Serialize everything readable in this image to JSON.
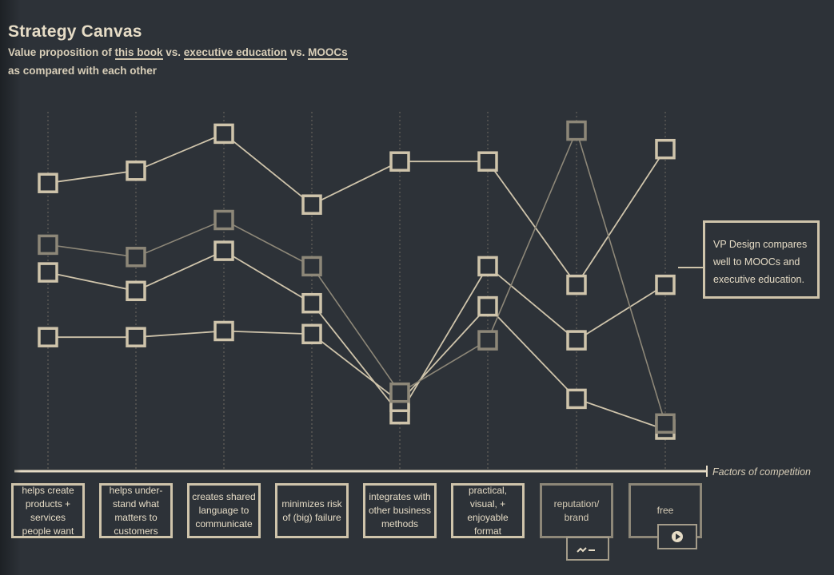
{
  "header": {
    "title": "Strategy Canvas",
    "subtitle_parts": [
      "Value proposition of ",
      "this book",
      " vs. ",
      "executive education",
      " vs. ",
      "MOOCs"
    ],
    "subtitle_line2": "as compared with each other"
  },
  "callout": {
    "text": "VP Design compares well to MOOCs and executive education."
  },
  "axis": {
    "label": "Factors of competition"
  },
  "factors": [
    "helps create products + services people want",
    "helps under-stand what matters to customers",
    "creates shared language to communicate",
    "minimizes risk of (big) failure",
    "integrates with other business methods",
    "practical, visual, + enjoyable format",
    "reputation/ brand",
    "free"
  ],
  "icons": [
    "certificate-icon",
    "video-play-icon"
  ],
  "colors": {
    "background": "#2d3238",
    "line": "#cfc4ab",
    "muted": "#8d8778"
  },
  "chart_data": {
    "type": "line",
    "categories": [
      "helps create products + services people want",
      "helps under-stand what matters to customers",
      "creates shared language to communicate",
      "minimizes risk of (big) failure",
      "integrates with other business methods",
      "practical, visual, + enjoyable format",
      "reputation/ brand",
      "free"
    ],
    "ylim": [
      0,
      100
    ],
    "series": [
      {
        "values": [
          80,
          84,
          96,
          73,
          87,
          87,
          47,
          91
        ],
        "style": "bright"
      },
      {
        "values": [
          51,
          45,
          58,
          41,
          5,
          53,
          29,
          47
        ],
        "style": "bright"
      },
      {
        "values": [
          30,
          30,
          32,
          31,
          9,
          40,
          10,
          0
        ],
        "style": "bright"
      },
      {
        "values": [
          60,
          56,
          68,
          53,
          12,
          29,
          97,
          2
        ],
        "style": "muted"
      }
    ],
    "xlabel": "Factors of competition",
    "grid": "vertical dotted"
  }
}
